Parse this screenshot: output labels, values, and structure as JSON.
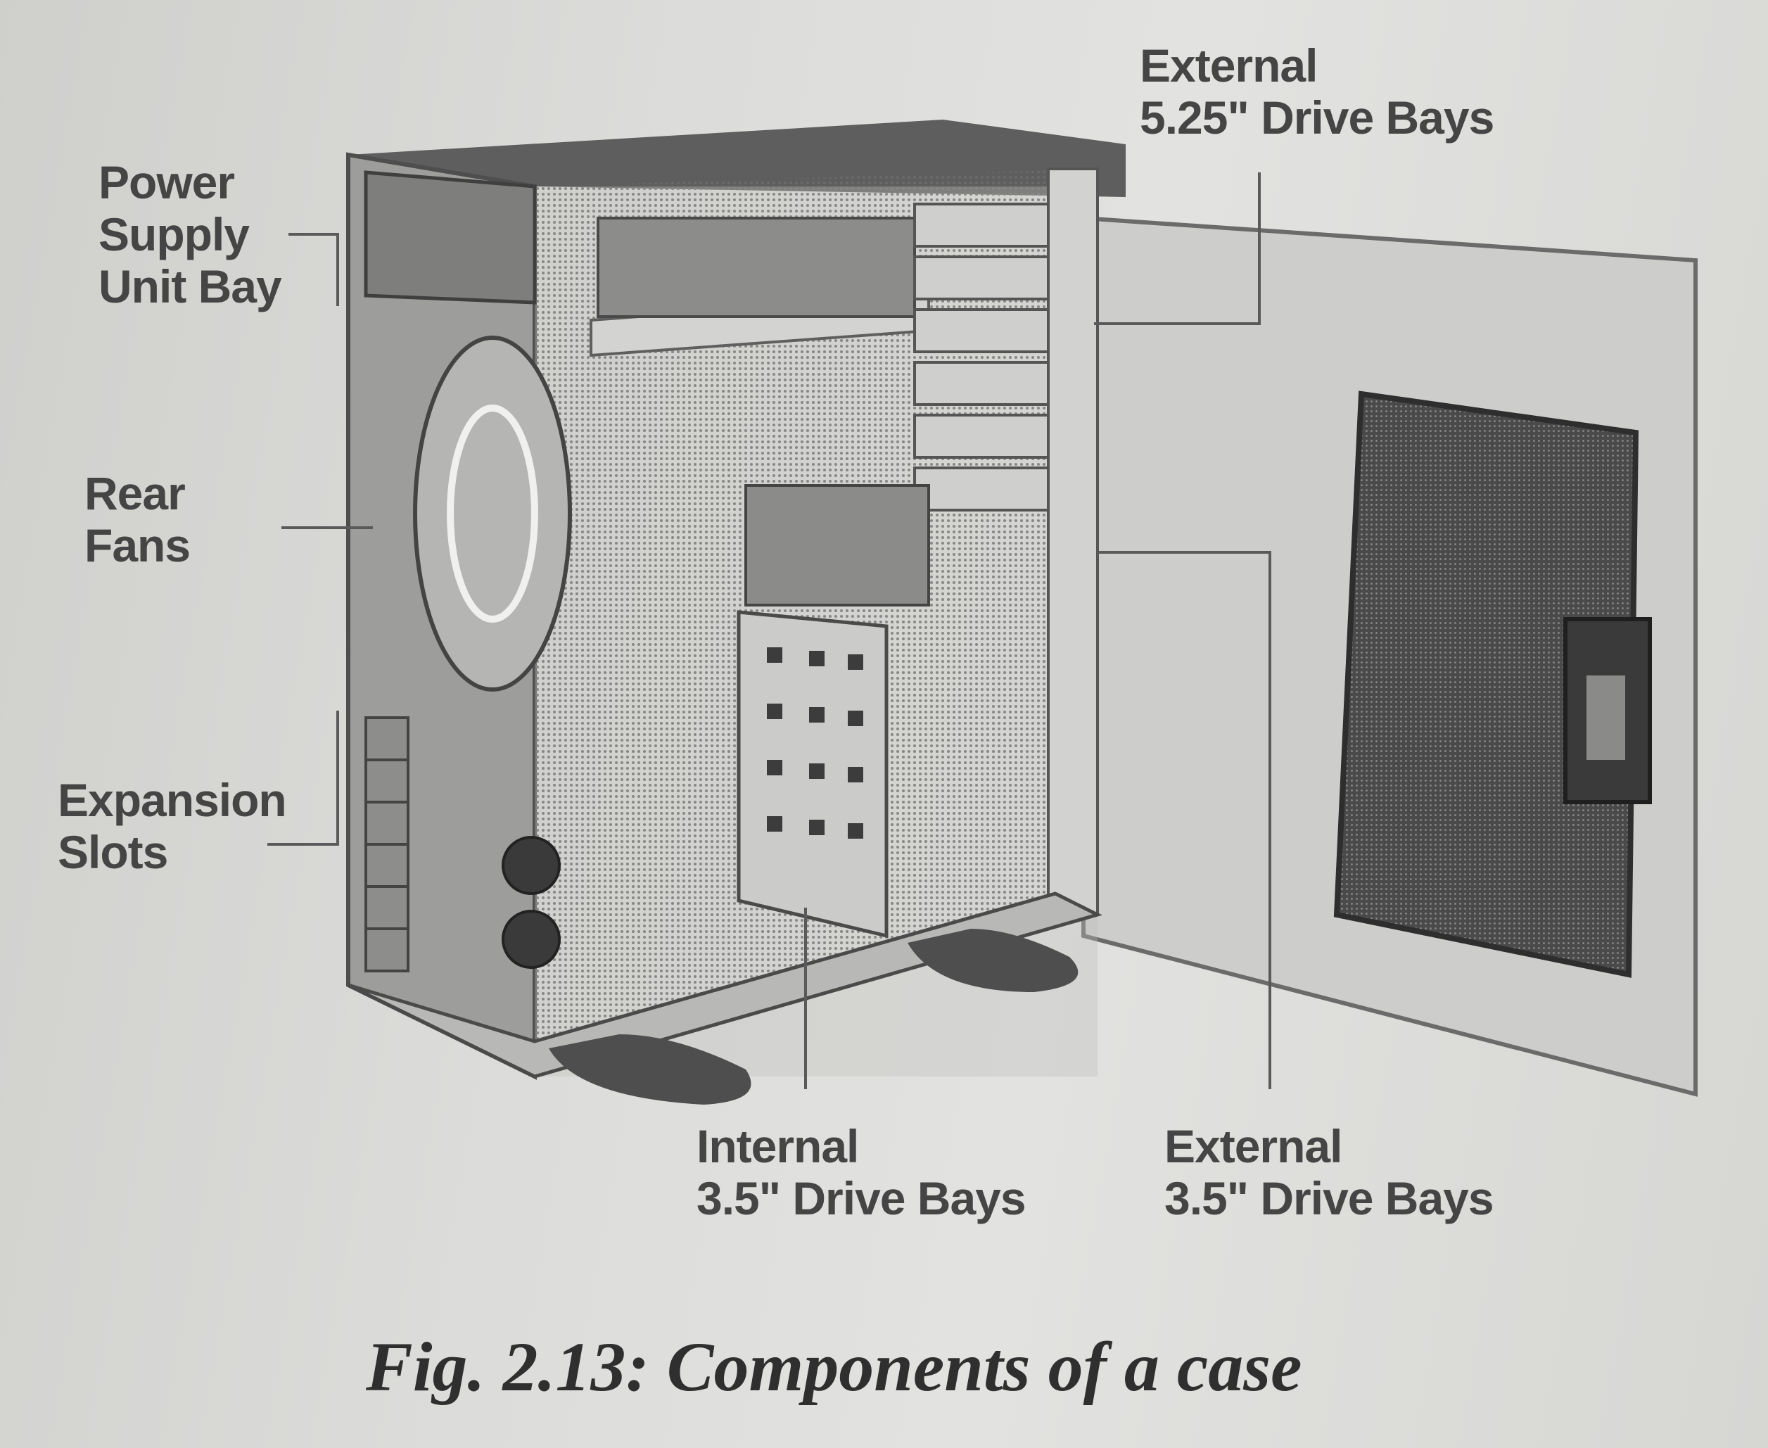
{
  "labels": {
    "power_supply": [
      "Power",
      "Supply",
      "Unit Bay"
    ],
    "rear_fans": [
      "Rear",
      "Fans"
    ],
    "expansion_slots": [
      "Expansion",
      "Slots"
    ],
    "external_525": [
      "External",
      "5.25\" Drive Bays"
    ],
    "internal_35": [
      "Internal",
      "3.5\" Drive Bays"
    ],
    "external_35": [
      "External",
      "3.5\" Drive Bays"
    ]
  },
  "caption": "Fig. 2.13: Components of a case",
  "colors": {
    "paper": "#dcdcda",
    "ink": "#454545",
    "case_dark": "#5a5a5a",
    "case_mid": "#9a9a98",
    "case_light": "#c8c8c6",
    "panel_dark": "#3c3c3c"
  }
}
